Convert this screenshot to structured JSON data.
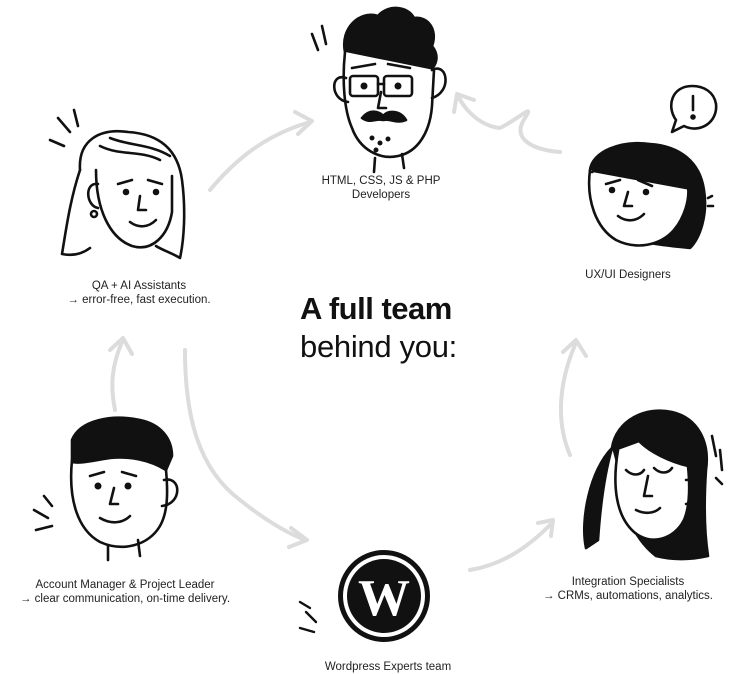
{
  "headline": {
    "line1": "A full team",
    "line2": "behind you:"
  },
  "roles": {
    "developers": {
      "line1": "HTML, CSS, JS & PHP",
      "line2": "Developers",
      "icon": "developer-face-icon"
    },
    "designers": {
      "line1": "UX/UI Designers",
      "icon": "designer-face-icon"
    },
    "integration": {
      "line1": "Integration Specialists",
      "line2": "→ CRMs, automations, analytics.",
      "icon": "integration-face-icon"
    },
    "wordpress": {
      "line1": "Wordpress Experts team",
      "icon": "wordpress-logo-icon"
    },
    "account": {
      "line1": "Account Manager & Project Leader",
      "line2": "→ clear communication, on-time delivery.",
      "icon": "account-manager-face-icon"
    },
    "qa": {
      "line1": "QA + AI Assistants",
      "line2": "→ error-free, fast execution.",
      "icon": "qa-face-icon"
    }
  },
  "colors": {
    "ink": "#111111",
    "arrow": "#d9d9d9",
    "text": "#222222",
    "background": "#ffffff"
  }
}
